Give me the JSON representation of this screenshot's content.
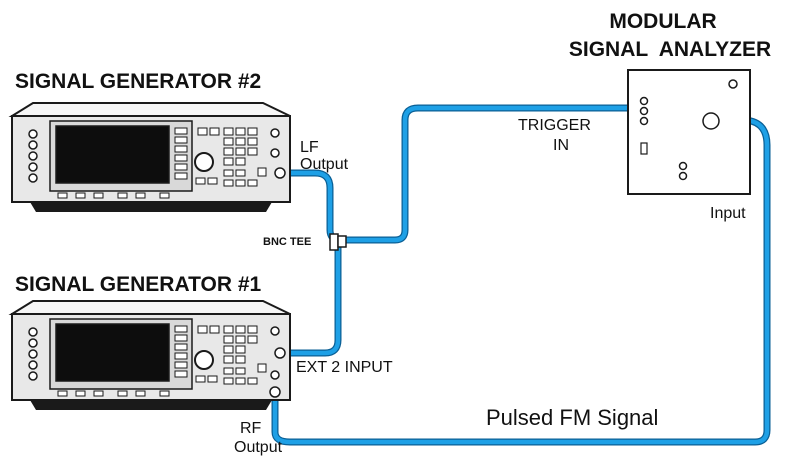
{
  "analyzer": {
    "title_line1": "MODULAR",
    "title_line2": "SIGNAL  ANALYZER",
    "trigger_line1": "TRIGGER",
    "trigger_line2": "IN",
    "input_label": "Input"
  },
  "generator2": {
    "title": "SIGNAL GENERATOR #2",
    "port_line1": "LF",
    "port_line2": "Output"
  },
  "generator1": {
    "title": "SIGNAL GENERATOR #1",
    "ext_input_label": "EXT 2 INPUT",
    "rf_line1": "RF",
    "rf_line2": "Output"
  },
  "tee": {
    "label": "BNC TEE"
  },
  "signal_label": "Pulsed FM Signal",
  "colors": {
    "cable": "#1ea0e6",
    "cable_outline": "#0a5f95",
    "device_body": "#e8e8e8",
    "screen": "#0d0d0d"
  }
}
